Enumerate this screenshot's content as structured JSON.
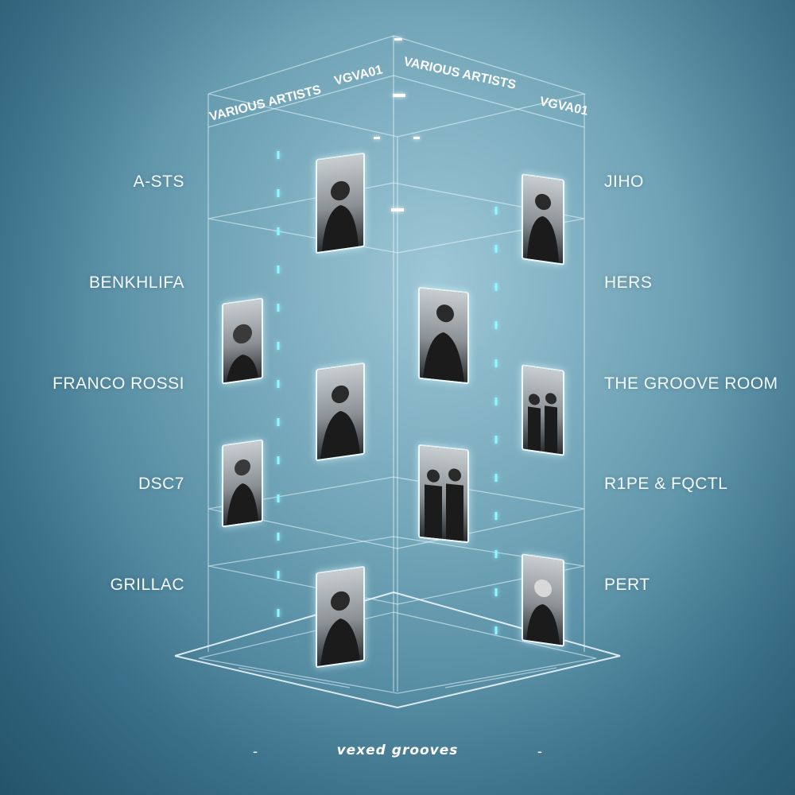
{
  "header": {
    "front_left_artists": "VARIOUS ARTISTS",
    "front_left_code": "VGVA01",
    "front_right_artists": "VARIOUS ARTISTS",
    "front_right_code": "VGVA01"
  },
  "artists_left": [
    "A-STS",
    "BENKHLIFA",
    "FRANCO ROSSI",
    "DSC7",
    "GRILLAC"
  ],
  "artists_right": [
    "JIHO",
    "HERS",
    "THE GROOVE ROOM",
    "R1PE & FQCTL",
    "PERT"
  ],
  "footer": {
    "logo_text": "vexed grooves",
    "dash_left": "-",
    "dash_right": "-"
  },
  "colors": {
    "background": "#6fa3b6",
    "neon": "#5ff2ff",
    "text": "#f4fbff"
  }
}
